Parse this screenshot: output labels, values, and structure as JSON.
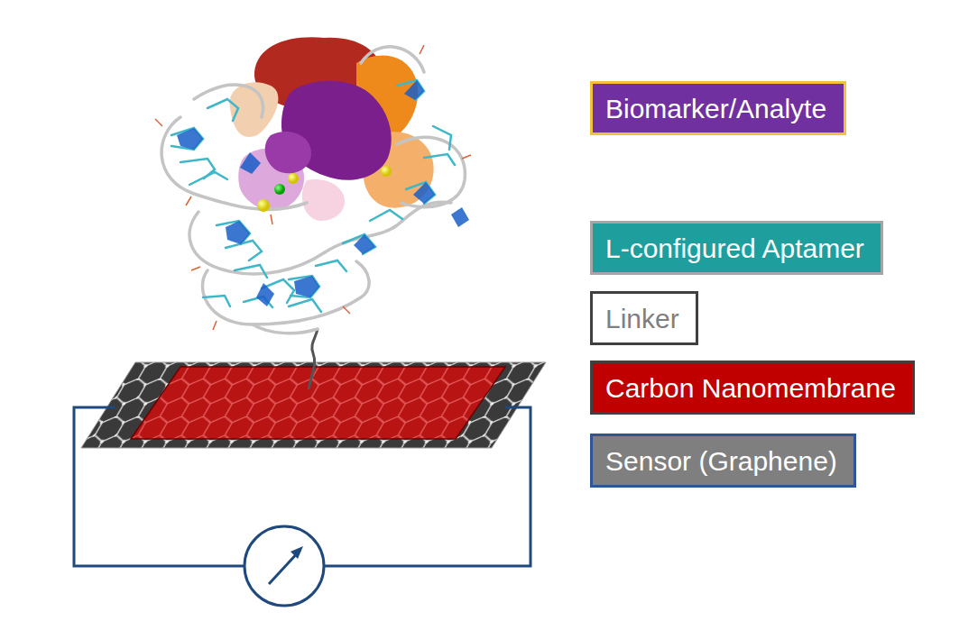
{
  "diagram": {
    "nodes": [
      {
        "text": [
          "Biomarker/Analyte"
        ]
      },
      {
        "text": [
          "L-configured Aptamer"
        ]
      },
      {
        "text": [
          "Linker"
        ]
      },
      {
        "text": [
          "Carbon Nanomembrane"
        ]
      },
      {
        "text": [
          "Sensor (Graphene)"
        ]
      }
    ]
  }
}
